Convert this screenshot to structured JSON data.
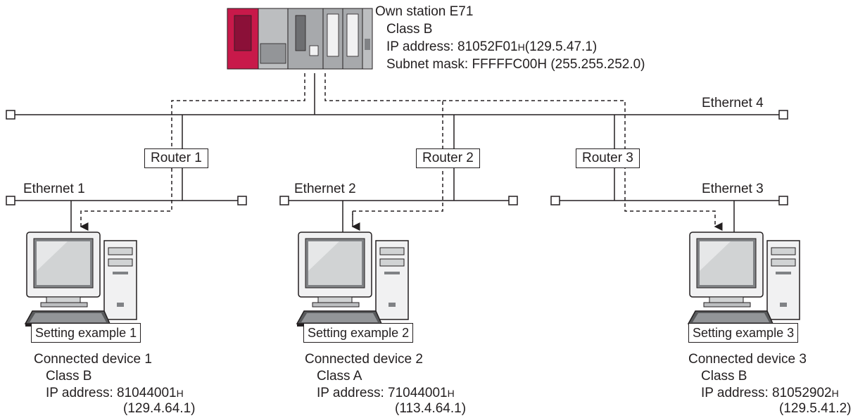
{
  "own_station": {
    "title": "Own station E71",
    "class": "Class B",
    "ip_label": "IP address: ",
    "ip_hex": "81052F01",
    "ip_suffix": "H",
    "ip_dec": "(129.5.47.1)",
    "subnet": "Subnet mask: FFFFFC00H (255.255.252.0)"
  },
  "networks": {
    "ethernet1": "Ethernet 1",
    "ethernet2": "Ethernet 2",
    "ethernet3": "Ethernet 3",
    "ethernet4": "Ethernet 4"
  },
  "routers": [
    "Router 1",
    "Router 2",
    "Router 3"
  ],
  "devices": [
    {
      "setting": "Setting example 1",
      "name": "Connected device 1",
      "class": "Class B",
      "ip_label": "IP address: ",
      "ip_hex": "81044001",
      "ip_suffix": "H",
      "ip_dec": "(129.4.64.1)"
    },
    {
      "setting": "Setting example 2",
      "name": "Connected device 2",
      "class": "Class A",
      "ip_label": "IP address: ",
      "ip_hex": "71044001",
      "ip_suffix": "H",
      "ip_dec": "(113.4.64.1)"
    },
    {
      "setting": "Setting example 3",
      "name": "Connected device 3",
      "class": "Class B",
      "ip_label": "IP address: ",
      "ip_hex": "81052902",
      "ip_suffix": "H",
      "ip_dec": "(129.5.41.2)"
    }
  ],
  "colors": {
    "plc_power_module": "#c8194a",
    "plc_module": "#a7a9ac",
    "line": "#231f20"
  }
}
